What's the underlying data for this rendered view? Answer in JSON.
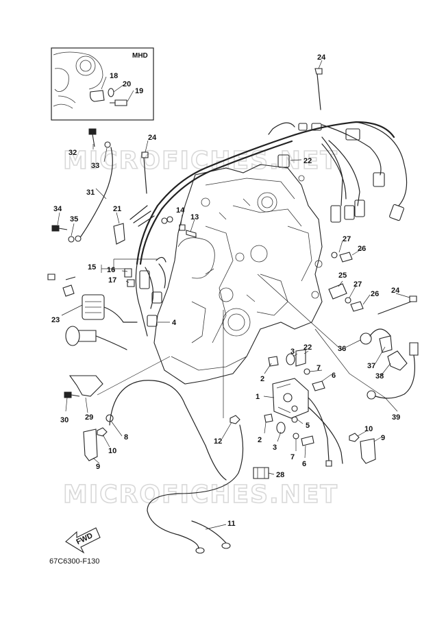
{
  "diagram": {
    "inset_label": "MHD",
    "watermark": "MICROFICHES.NET",
    "drawing_code": "67C6300-F130",
    "fwd_label": "FWD"
  },
  "callouts": [
    {
      "id": "c1",
      "text": "1"
    },
    {
      "id": "c2a",
      "text": "2"
    },
    {
      "id": "c2b",
      "text": "2"
    },
    {
      "id": "c3a",
      "text": "3"
    },
    {
      "id": "c3b",
      "text": "3"
    },
    {
      "id": "c4",
      "text": "4"
    },
    {
      "id": "c5",
      "text": "5"
    },
    {
      "id": "c6a",
      "text": "6"
    },
    {
      "id": "c6b",
      "text": "6"
    },
    {
      "id": "c7a",
      "text": "7"
    },
    {
      "id": "c7b",
      "text": "7"
    },
    {
      "id": "c8",
      "text": "8"
    },
    {
      "id": "c9a",
      "text": "9"
    },
    {
      "id": "c9b",
      "text": "9"
    },
    {
      "id": "c10a",
      "text": "10"
    },
    {
      "id": "c10b",
      "text": "10"
    },
    {
      "id": "c11",
      "text": "11"
    },
    {
      "id": "c12",
      "text": "12"
    },
    {
      "id": "c13",
      "text": "13"
    },
    {
      "id": "c14",
      "text": "14"
    },
    {
      "id": "c15",
      "text": "15"
    },
    {
      "id": "c16",
      "text": "16"
    },
    {
      "id": "c17",
      "text": "17"
    },
    {
      "id": "c18",
      "text": "18"
    },
    {
      "id": "c19",
      "text": "19"
    },
    {
      "id": "c20",
      "text": "20"
    },
    {
      "id": "c21",
      "text": "21"
    },
    {
      "id": "c22a",
      "text": "22"
    },
    {
      "id": "c22b",
      "text": "22"
    },
    {
      "id": "c23",
      "text": "23"
    },
    {
      "id": "c24a",
      "text": "24"
    },
    {
      "id": "c24b",
      "text": "24"
    },
    {
      "id": "c24c",
      "text": "24"
    },
    {
      "id": "c25",
      "text": "25"
    },
    {
      "id": "c26a",
      "text": "26"
    },
    {
      "id": "c26b",
      "text": "26"
    },
    {
      "id": "c27a",
      "text": "27"
    },
    {
      "id": "c27b",
      "text": "27"
    },
    {
      "id": "c28",
      "text": "28"
    },
    {
      "id": "c29",
      "text": "29"
    },
    {
      "id": "c30",
      "text": "30"
    },
    {
      "id": "c31",
      "text": "31"
    },
    {
      "id": "c32",
      "text": "32"
    },
    {
      "id": "c33",
      "text": "33"
    },
    {
      "id": "c34",
      "text": "34"
    },
    {
      "id": "c35",
      "text": "35"
    },
    {
      "id": "c36",
      "text": "36"
    },
    {
      "id": "c37",
      "text": "37"
    },
    {
      "id": "c38",
      "text": "38"
    },
    {
      "id": "c39",
      "text": "39"
    }
  ]
}
